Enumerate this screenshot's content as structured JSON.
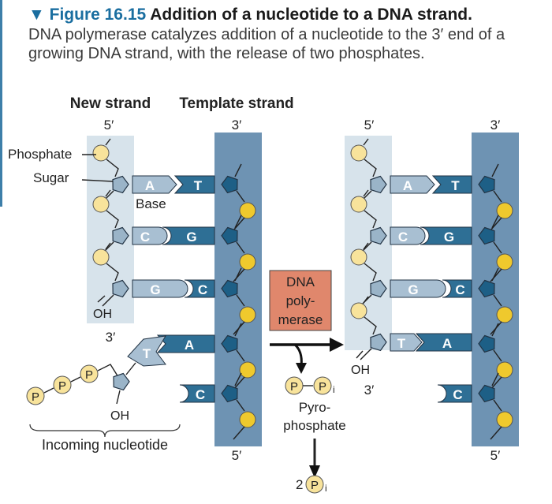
{
  "caption": {
    "figure_number": "Figure 16.15",
    "title": "Addition of a nucleotide to a DNA strand.",
    "body": "DNA polymerase catalyzes addition of a nucleotide to the 3′ end of a growing DNA strand, with the release of two phosphates."
  },
  "headers": {
    "new_strand": "New strand",
    "template_strand": "Template strand"
  },
  "ends": {
    "five": "5′",
    "three": "3′"
  },
  "labels": {
    "phosphate": "Phosphate",
    "sugar": "Sugar",
    "base": "Base",
    "oh": "OH",
    "incoming_nucleotide": "Incoming nucleotide",
    "pyro_line1": "Pyro-",
    "pyro_line2": "phosphate",
    "enzyme_line1": "DNA",
    "enzyme_line2": "poly-",
    "enzyme_line3": "merase",
    "phosphate_symbol": "P",
    "inorganic_sub": "i",
    "two": "2"
  },
  "before": {
    "pairs": [
      {
        "new_base": "A",
        "template_base": "T"
      },
      {
        "new_base": "C",
        "template_base": "G"
      },
      {
        "new_base": "G",
        "template_base": "C"
      }
    ],
    "incoming_base": "T",
    "template_extra": [
      "A",
      "C"
    ]
  },
  "after": {
    "pairs": [
      {
        "new_base": "A",
        "template_base": "T"
      },
      {
        "new_base": "C",
        "template_base": "G"
      },
      {
        "new_base": "G",
        "template_base": "C"
      },
      {
        "new_base": "T",
        "template_base": "A"
      }
    ],
    "template_extra": [
      "C"
    ]
  },
  "colors": {
    "new_strand_panel": "#d7e3eb",
    "template_strand_panel": "#6e93b3",
    "phosphate_fill": "#f8e39b",
    "template_phosphate_fill": "#efc92d",
    "new_sugar_fill": "#9ab4c8",
    "template_sugar_fill": "#1d5f86",
    "light_base": "#a8bfd2",
    "dark_base": "#2e6f95",
    "enzyme_box": "#e0876c"
  }
}
